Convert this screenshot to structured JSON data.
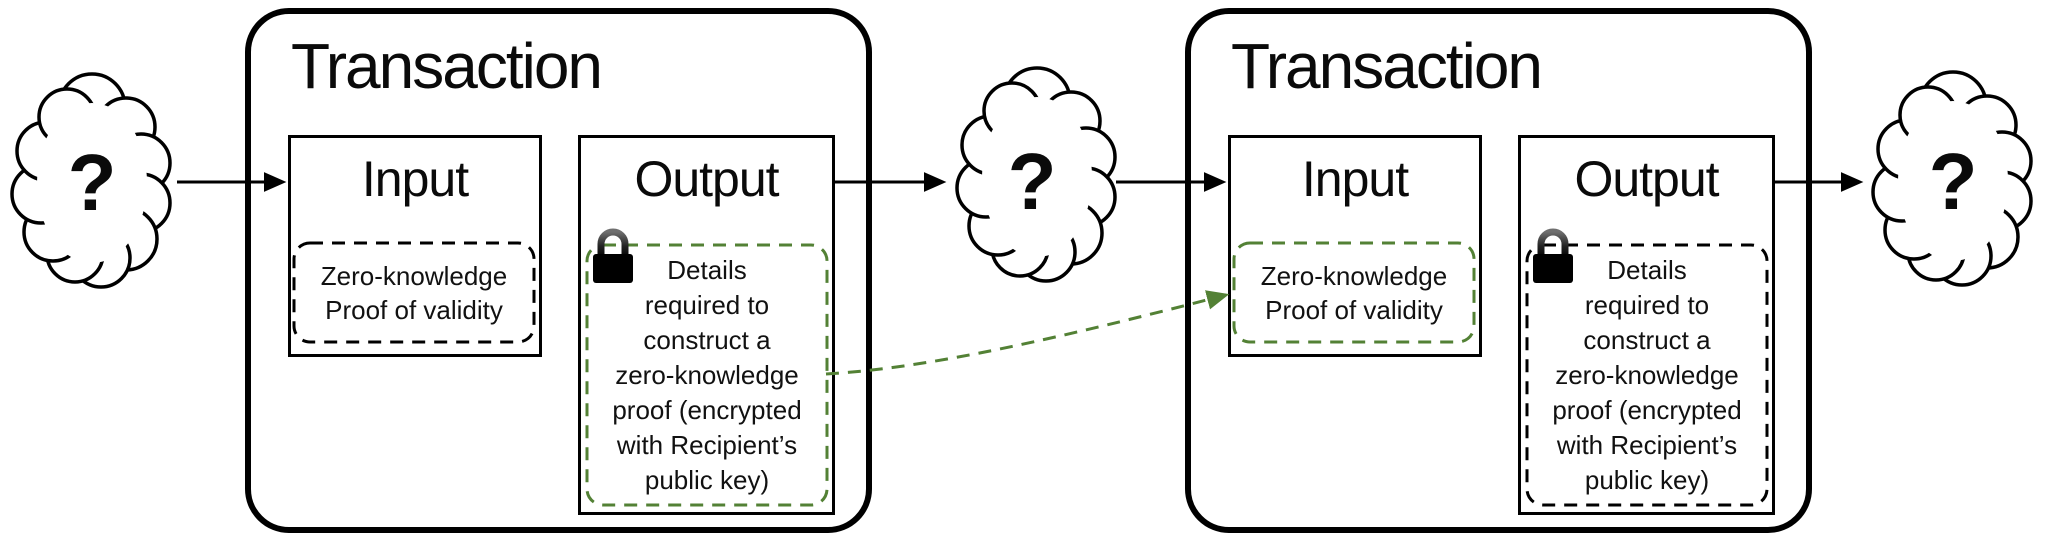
{
  "transactions": [
    {
      "title": "Transaction",
      "input": {
        "label": "Input",
        "note_lines": [
          "Zero-knowledge",
          "Proof of validity"
        ],
        "border_style": "black-dashed"
      },
      "output": {
        "label": "Output",
        "lock_icon": "lock-icon",
        "note_lines": [
          "Details",
          "required to",
          "construct a",
          "zero-knowledge",
          "proof (encrypted",
          "with Recipient’s",
          "public key)"
        ],
        "border_style": "green-dashed"
      }
    },
    {
      "title": "Transaction",
      "input": {
        "label": "Input",
        "note_lines": [
          "Zero-knowledge",
          "Proof of validity"
        ],
        "border_style": "green-dashed"
      },
      "output": {
        "label": "Output",
        "lock_icon": "lock-icon",
        "note_lines": [
          "Details",
          "required to",
          "construct a",
          "zero-knowledge",
          "proof (encrypted",
          "with Recipient’s",
          "public key)"
        ],
        "border_style": "black-dashed"
      }
    }
  ],
  "clouds": [
    {
      "label": "?"
    },
    {
      "label": "?"
    },
    {
      "label": "?"
    }
  ],
  "colors": {
    "outline": "#000000",
    "encrypted_flow_green": "#538135",
    "background": "#ffffff",
    "text": "#111111"
  }
}
